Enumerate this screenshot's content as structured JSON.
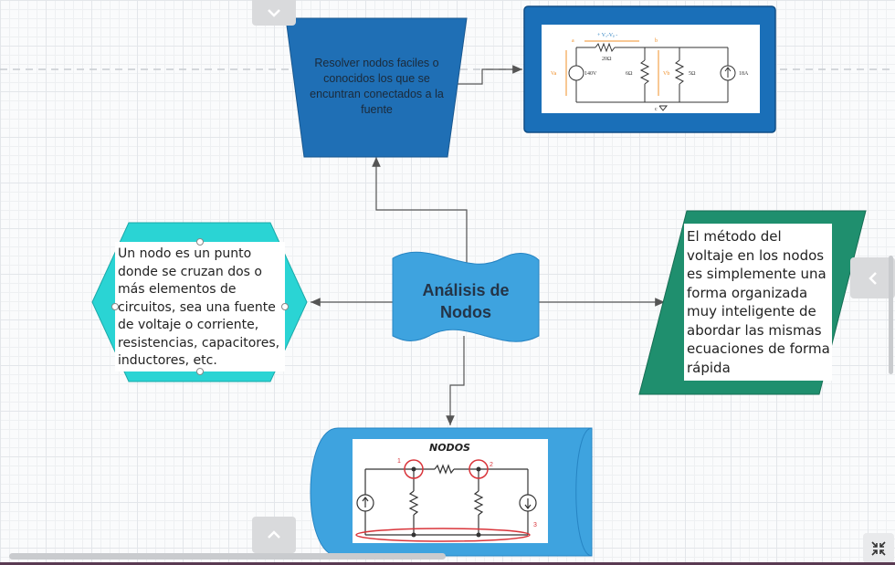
{
  "shapes": {
    "top_trapezoid": {
      "text": "Resolver nodos faciles o conocidos los que se encuntran conectados a la fuente"
    },
    "center_wave": {
      "text_line1": "Análisis de",
      "text_line2": "Nodos"
    },
    "left_hexagon": {
      "text": "Un nodo es un punto donde se cruzan dos o más elementos de circuitos, sea una fuente de voltaje o corriente, resistencias, capacitores, inductores, etc."
    },
    "right_parallelogram": {
      "text": "El método del voltaje en los nodos es simplemente una forma organizada muy inteligente de abordar las mismas ecuaciones de forma rápida"
    }
  },
  "circuit_top": {
    "labels": [
      "+ Vₐ-Vᵦ -",
      "20Ω",
      "140V",
      "6Ω",
      "5Ω",
      "18A",
      "a",
      "b",
      "Vₐ",
      "Vᵦ",
      "c"
    ]
  },
  "circuit_bottom": {
    "title": "NODOS",
    "node_labels": [
      "1",
      "2",
      "3"
    ]
  },
  "colors": {
    "dark_blue": "#1f6fb5",
    "mid_blue": "#2c7fc0",
    "light_blue": "#3ea3df",
    "cyan": "#2ad4d4",
    "green": "#1f8f6e",
    "red": "#d9343a",
    "orange": "#f0902a"
  },
  "controls": {
    "collapse_top": "chevron-down",
    "expand_bottom": "chevron-up",
    "side_panel": "chevron-left",
    "fit": "collapse"
  }
}
